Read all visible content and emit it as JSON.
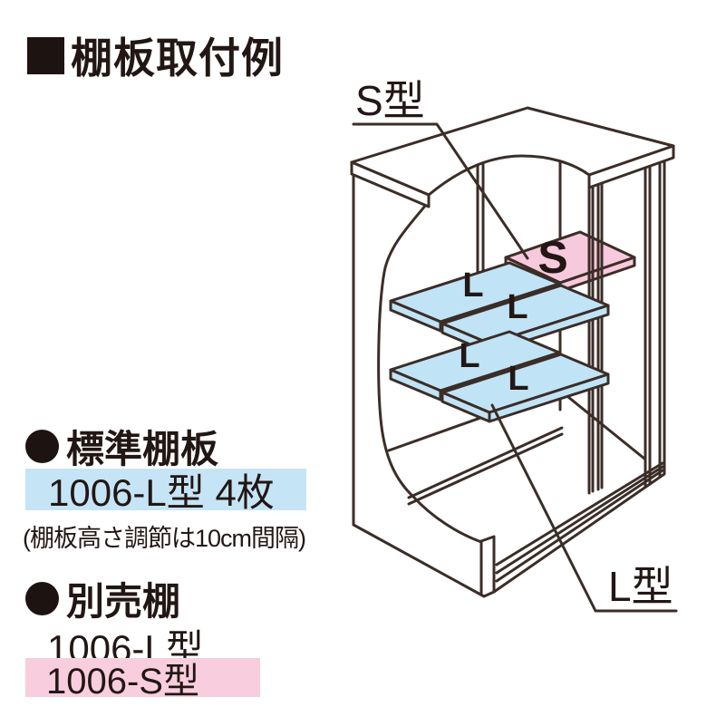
{
  "title": {
    "text": "棚板取付例"
  },
  "diagram": {
    "s_type_label": "S型",
    "l_type_label": "L型",
    "s_shelf_letter": "S",
    "l_shelf_letter": "L"
  },
  "standard_shelf": {
    "heading": "標準棚板",
    "item": "1006-L型 4枚",
    "note": "(棚板高さ調節は10cm間隔)"
  },
  "separate_shelf": {
    "heading": "別売棚",
    "item_l": "1006-L型",
    "item_s": "1006-S型"
  },
  "colors": {
    "line": "#3b2d27",
    "text": "#221714",
    "shelf_l_blue": "#c0e4f6",
    "shelf_s_pink": "#f7c9dc",
    "highlight_blue": "#c5e5f6",
    "highlight_pink": "#f8cede"
  }
}
